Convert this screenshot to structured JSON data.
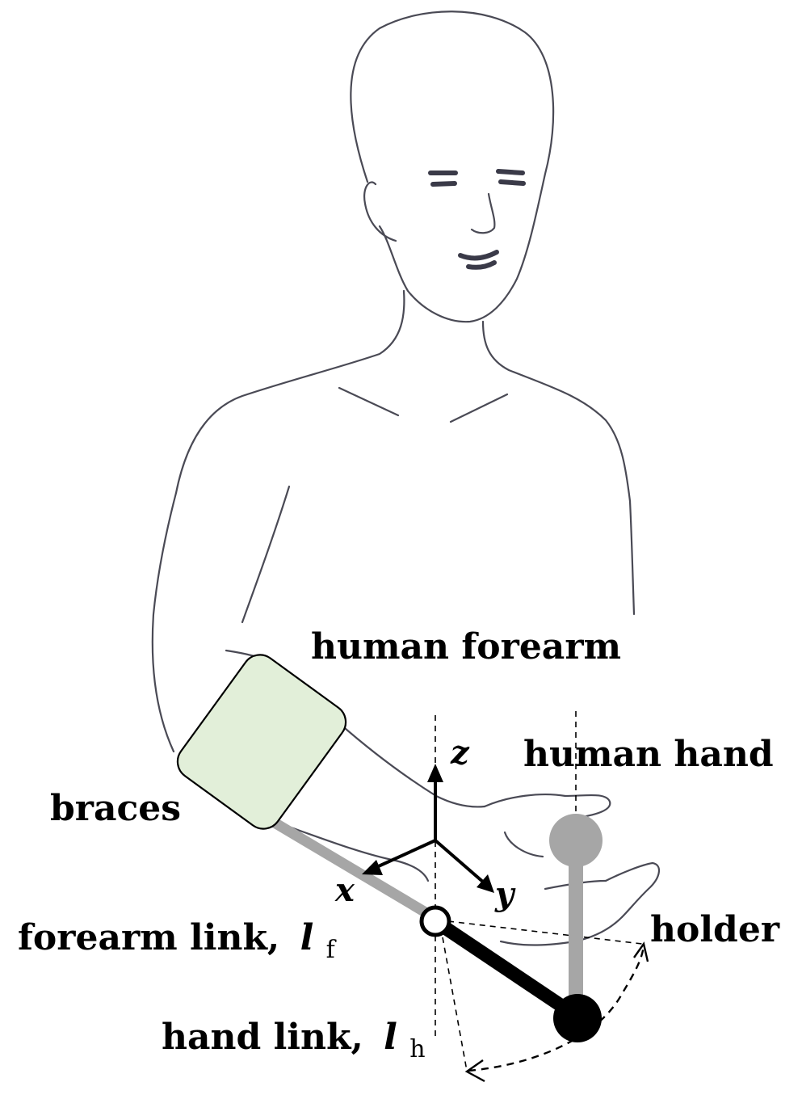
{
  "labels": {
    "human_forearm": "human forearm",
    "human_hand": "human hand",
    "braces": "braces",
    "holder": "holder",
    "forearm_link": "forearm link,",
    "forearm_link_symbol": "l",
    "forearm_link_subscript": "f",
    "hand_link": "hand link,",
    "hand_link_symbol": "l",
    "hand_link_subscript": "h"
  },
  "axes": {
    "x": "x",
    "y": "y",
    "z": "z"
  },
  "colors": {
    "brace_fill": "#e2efd9",
    "link_gray": "#a6a6a6",
    "link_black": "#000000",
    "sketch_line": "#4a4a55"
  }
}
